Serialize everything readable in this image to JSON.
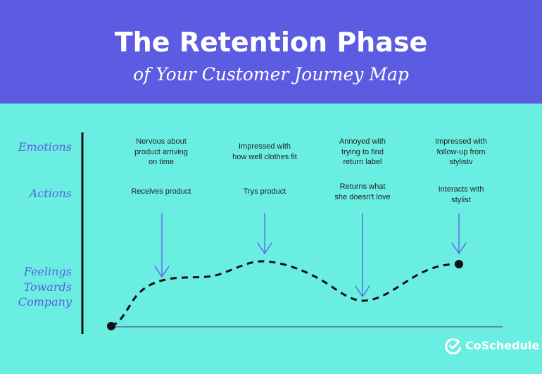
{
  "header": {
    "title": "The Retention Phase",
    "subtitle": "of Your Customer Journey Map",
    "background": "#5c5ce3"
  },
  "rows": {
    "emotions": "Emotions",
    "actions": "Actions",
    "feelings": [
      "Feelings",
      "Towards",
      "Company"
    ]
  },
  "stages": [
    {
      "emotion": [
        "Nervous about",
        "product arriving",
        "on time"
      ],
      "action": [
        "Receives product"
      ]
    },
    {
      "emotion": [
        "Impressed with",
        "how well clothes fit"
      ],
      "action": [
        "Trys product"
      ]
    },
    {
      "emotion": [
        "Annoyed with",
        "trying to find",
        "return label"
      ],
      "action": [
        "Returns what",
        "she doesn't love"
      ]
    },
    {
      "emotion": [
        "Impressed with",
        "follow-up from",
        "stylistv"
      ],
      "action": [
        "Interacts with",
        "stylist"
      ]
    }
  ],
  "brand": {
    "name": "CoSchedule",
    "icon": "coschedule-check-icon"
  },
  "colors": {
    "background": "#6aeee2",
    "accent": "#5c5ce3",
    "text": "#222222",
    "line": "#111111"
  }
}
